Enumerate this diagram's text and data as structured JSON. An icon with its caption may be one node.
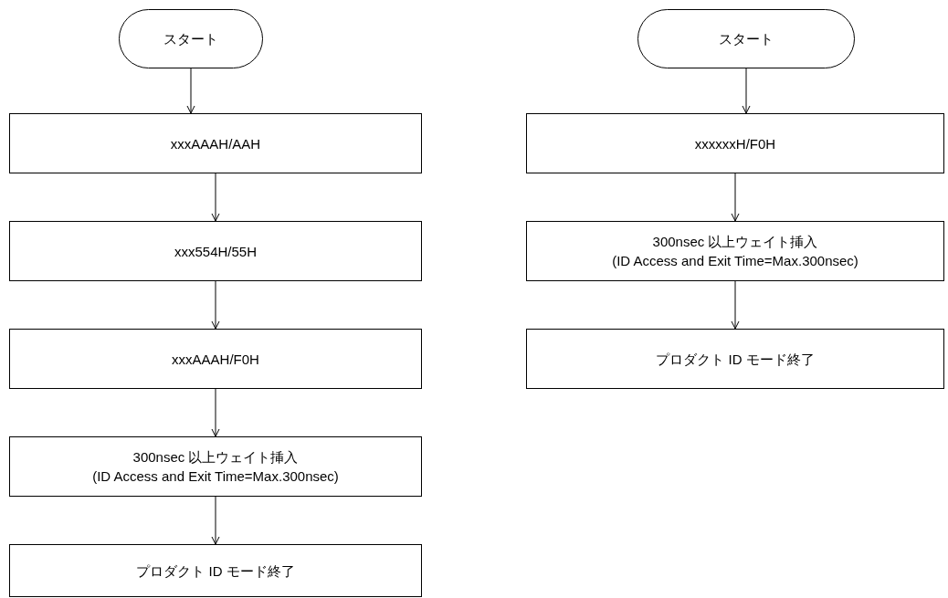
{
  "diagram": {
    "nodes": [
      {
        "text": [
          "スタート"
        ]
      },
      {
        "text": [
          "xxxAAAH/AAH"
        ]
      },
      {
        "text": [
          "xxx554H/55H"
        ]
      },
      {
        "text": [
          "xxxAAAH/F0H"
        ]
      },
      {
        "text": [
          "300nsec 以上ウェイト挿入",
          "(ID Access and Exit Time=Max.300nsec)"
        ]
      },
      {
        "text": [
          "プロダクト ID モード終了"
        ]
      },
      {
        "text": [
          "スタート"
        ]
      },
      {
        "text": [
          "xxxxxxH/F0H"
        ]
      },
      {
        "text": [
          "300nsec 以上ウェイト挿入",
          "(ID Access and Exit Time=Max.300nsec)"
        ]
      },
      {
        "text": [
          "プロダクト ID モード終了"
        ]
      }
    ],
    "edges": [
      {
        "from": 0,
        "to": 1,
        "arrow": "to"
      },
      {
        "from": 1,
        "to": 2,
        "arrow": "to"
      },
      {
        "from": 2,
        "to": 3,
        "arrow": "to"
      },
      {
        "from": 3,
        "to": 4,
        "arrow": "to"
      },
      {
        "from": 4,
        "to": 5,
        "arrow": "to"
      },
      {
        "from": 6,
        "to": 7,
        "arrow": "to"
      },
      {
        "from": 7,
        "to": 8,
        "arrow": "to"
      },
      {
        "from": 8,
        "to": 9,
        "arrow": "to"
      }
    ]
  }
}
